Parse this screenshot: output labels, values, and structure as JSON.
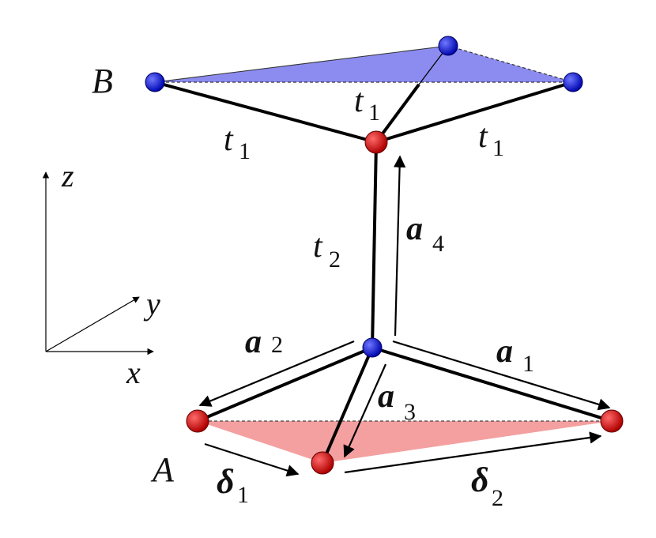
{
  "labels": {
    "B": "B",
    "A": "A",
    "t": "t",
    "one": "1",
    "two": "2",
    "three": "3",
    "four": "4",
    "a": "a",
    "delta": "δ",
    "x": "x",
    "y": "y",
    "z": "z"
  },
  "colors": {
    "blue_atom": "#0a14d8",
    "red_atom": "#d81010",
    "blue_plane": "#8c8cf0",
    "red_plane": "#f4a0a0",
    "bond": "#000000"
  }
}
